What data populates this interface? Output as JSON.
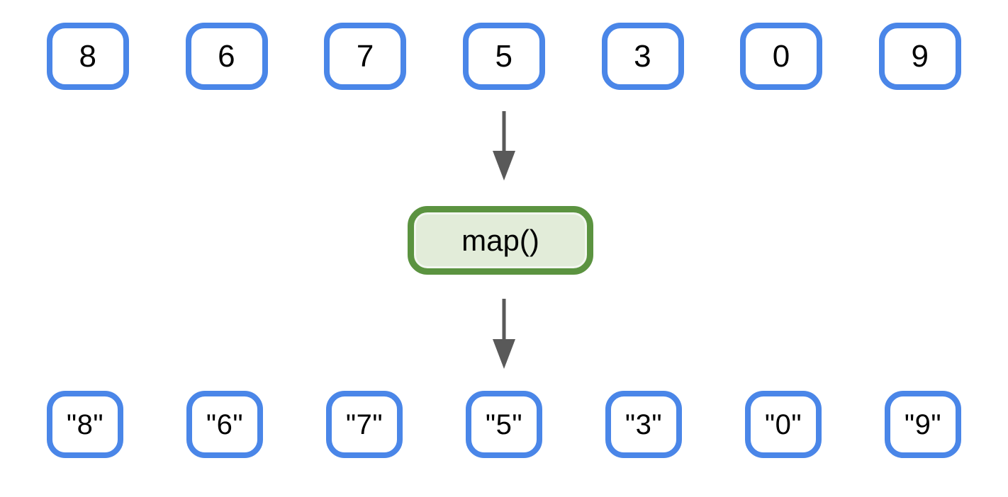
{
  "diagram": {
    "function_label": "map()",
    "input_values": [
      "8",
      "6",
      "7",
      "5",
      "3",
      "0",
      "9"
    ],
    "output_values": [
      "\"8\"",
      "\"6\"",
      "\"7\"",
      "\"5\"",
      "\"3\"",
      "\"0\"",
      "\"9\""
    ]
  },
  "colors": {
    "background": "#ffffff",
    "box_border": "#4a86e8",
    "box_fill": "#ffffff",
    "map_border": "#5b9340",
    "map_fill": "#e2ecd9",
    "arrow": "#595959",
    "text": "#000000"
  }
}
